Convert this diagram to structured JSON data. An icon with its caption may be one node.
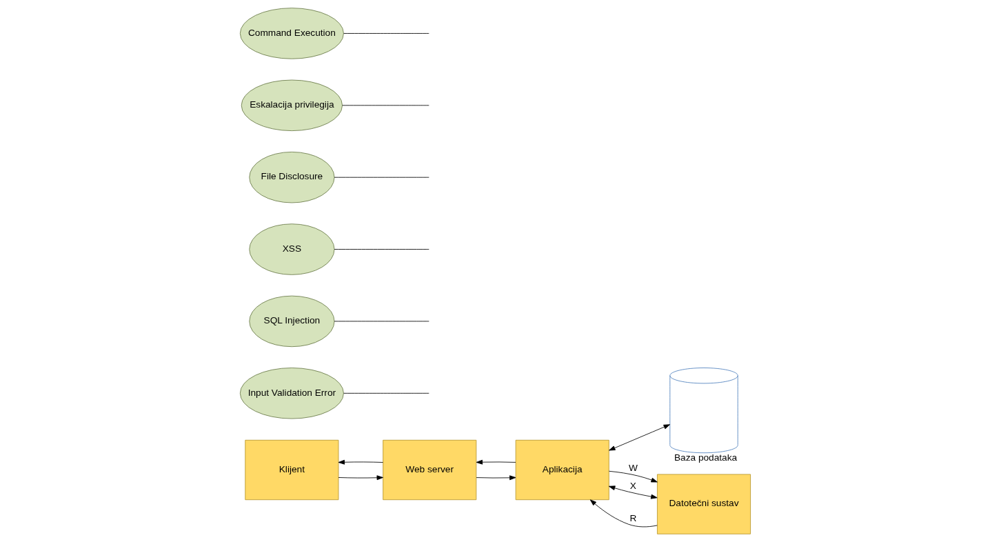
{
  "diagram": {
    "nodes": [
      {
        "text": [
          "Klijent"
        ]
      },
      {
        "text": [
          "Web server"
        ]
      },
      {
        "text": [
          "Aplikacija"
        ]
      },
      {
        "text": [],
        "shape": "cylinder",
        "beside": [
          "Baza podataka"
        ]
      },
      {
        "text": [
          "Datotečni sustav"
        ]
      },
      {
        "text": [
          "Input Validation Error"
        ]
      },
      {
        "text": [
          "SQL Injection"
        ]
      },
      {
        "text": [
          "XSS"
        ]
      },
      {
        "text": [
          "File Disclosure"
        ]
      },
      {
        "text": [
          "Eskalacija privilegija"
        ]
      },
      {
        "text": [
          "Command Execution"
        ]
      }
    ],
    "edges": [
      {
        "from": 0,
        "to": 1,
        "arrow": "to"
      },
      {
        "from": 1,
        "to": 0,
        "arrow": "to"
      },
      {
        "from": 1,
        "to": 2,
        "arrow": "to"
      },
      {
        "from": 2,
        "to": 1,
        "arrow": "to"
      },
      {
        "from": 2,
        "to": 3,
        "arrow": "both"
      },
      {
        "from": 4,
        "to": 2,
        "arrow": "to",
        "label": "R"
      },
      {
        "from": 2,
        "to": 4,
        "arrow": "to",
        "label": "W"
      },
      {
        "from": 2,
        "to": 4,
        "arrow": "both",
        "label": "X"
      },
      {
        "from": 5,
        "to": null,
        "arrow": "none"
      },
      {
        "from": 6,
        "to": null,
        "arrow": "none"
      },
      {
        "from": 7,
        "to": null,
        "arrow": "none"
      },
      {
        "from": 8,
        "to": null,
        "arrow": "none"
      },
      {
        "from": 9,
        "to": null,
        "arrow": "none"
      },
      {
        "from": 10,
        "to": null,
        "arrow": "none"
      }
    ]
  }
}
